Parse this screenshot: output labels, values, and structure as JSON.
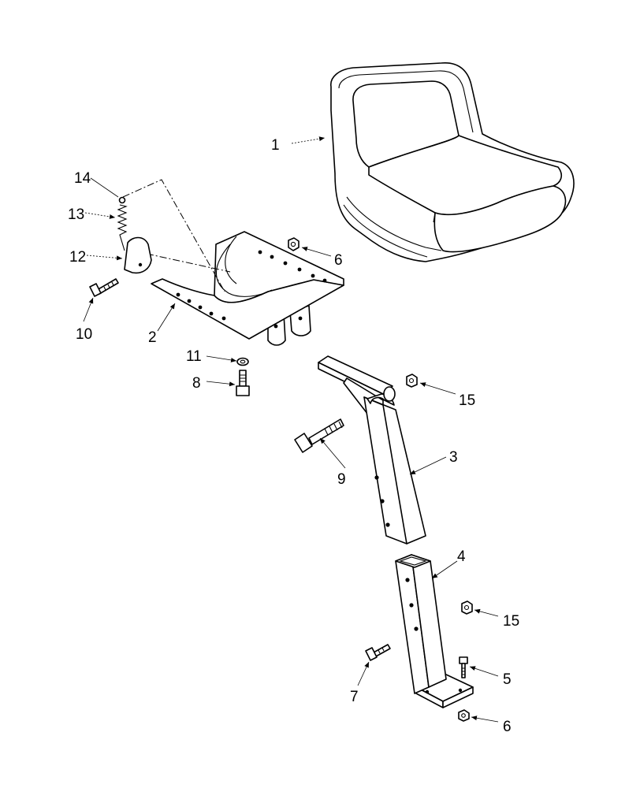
{
  "callouts": {
    "c1": "1",
    "c2": "2",
    "c3": "3",
    "c4": "4",
    "c5": "5",
    "c6a": "6",
    "c6b": "6",
    "c7": "7",
    "c8": "8",
    "c9": "9",
    "c10": "10",
    "c11": "11",
    "c12": "12",
    "c13": "13",
    "c14": "14",
    "c15a": "15",
    "c15b": "15"
  }
}
